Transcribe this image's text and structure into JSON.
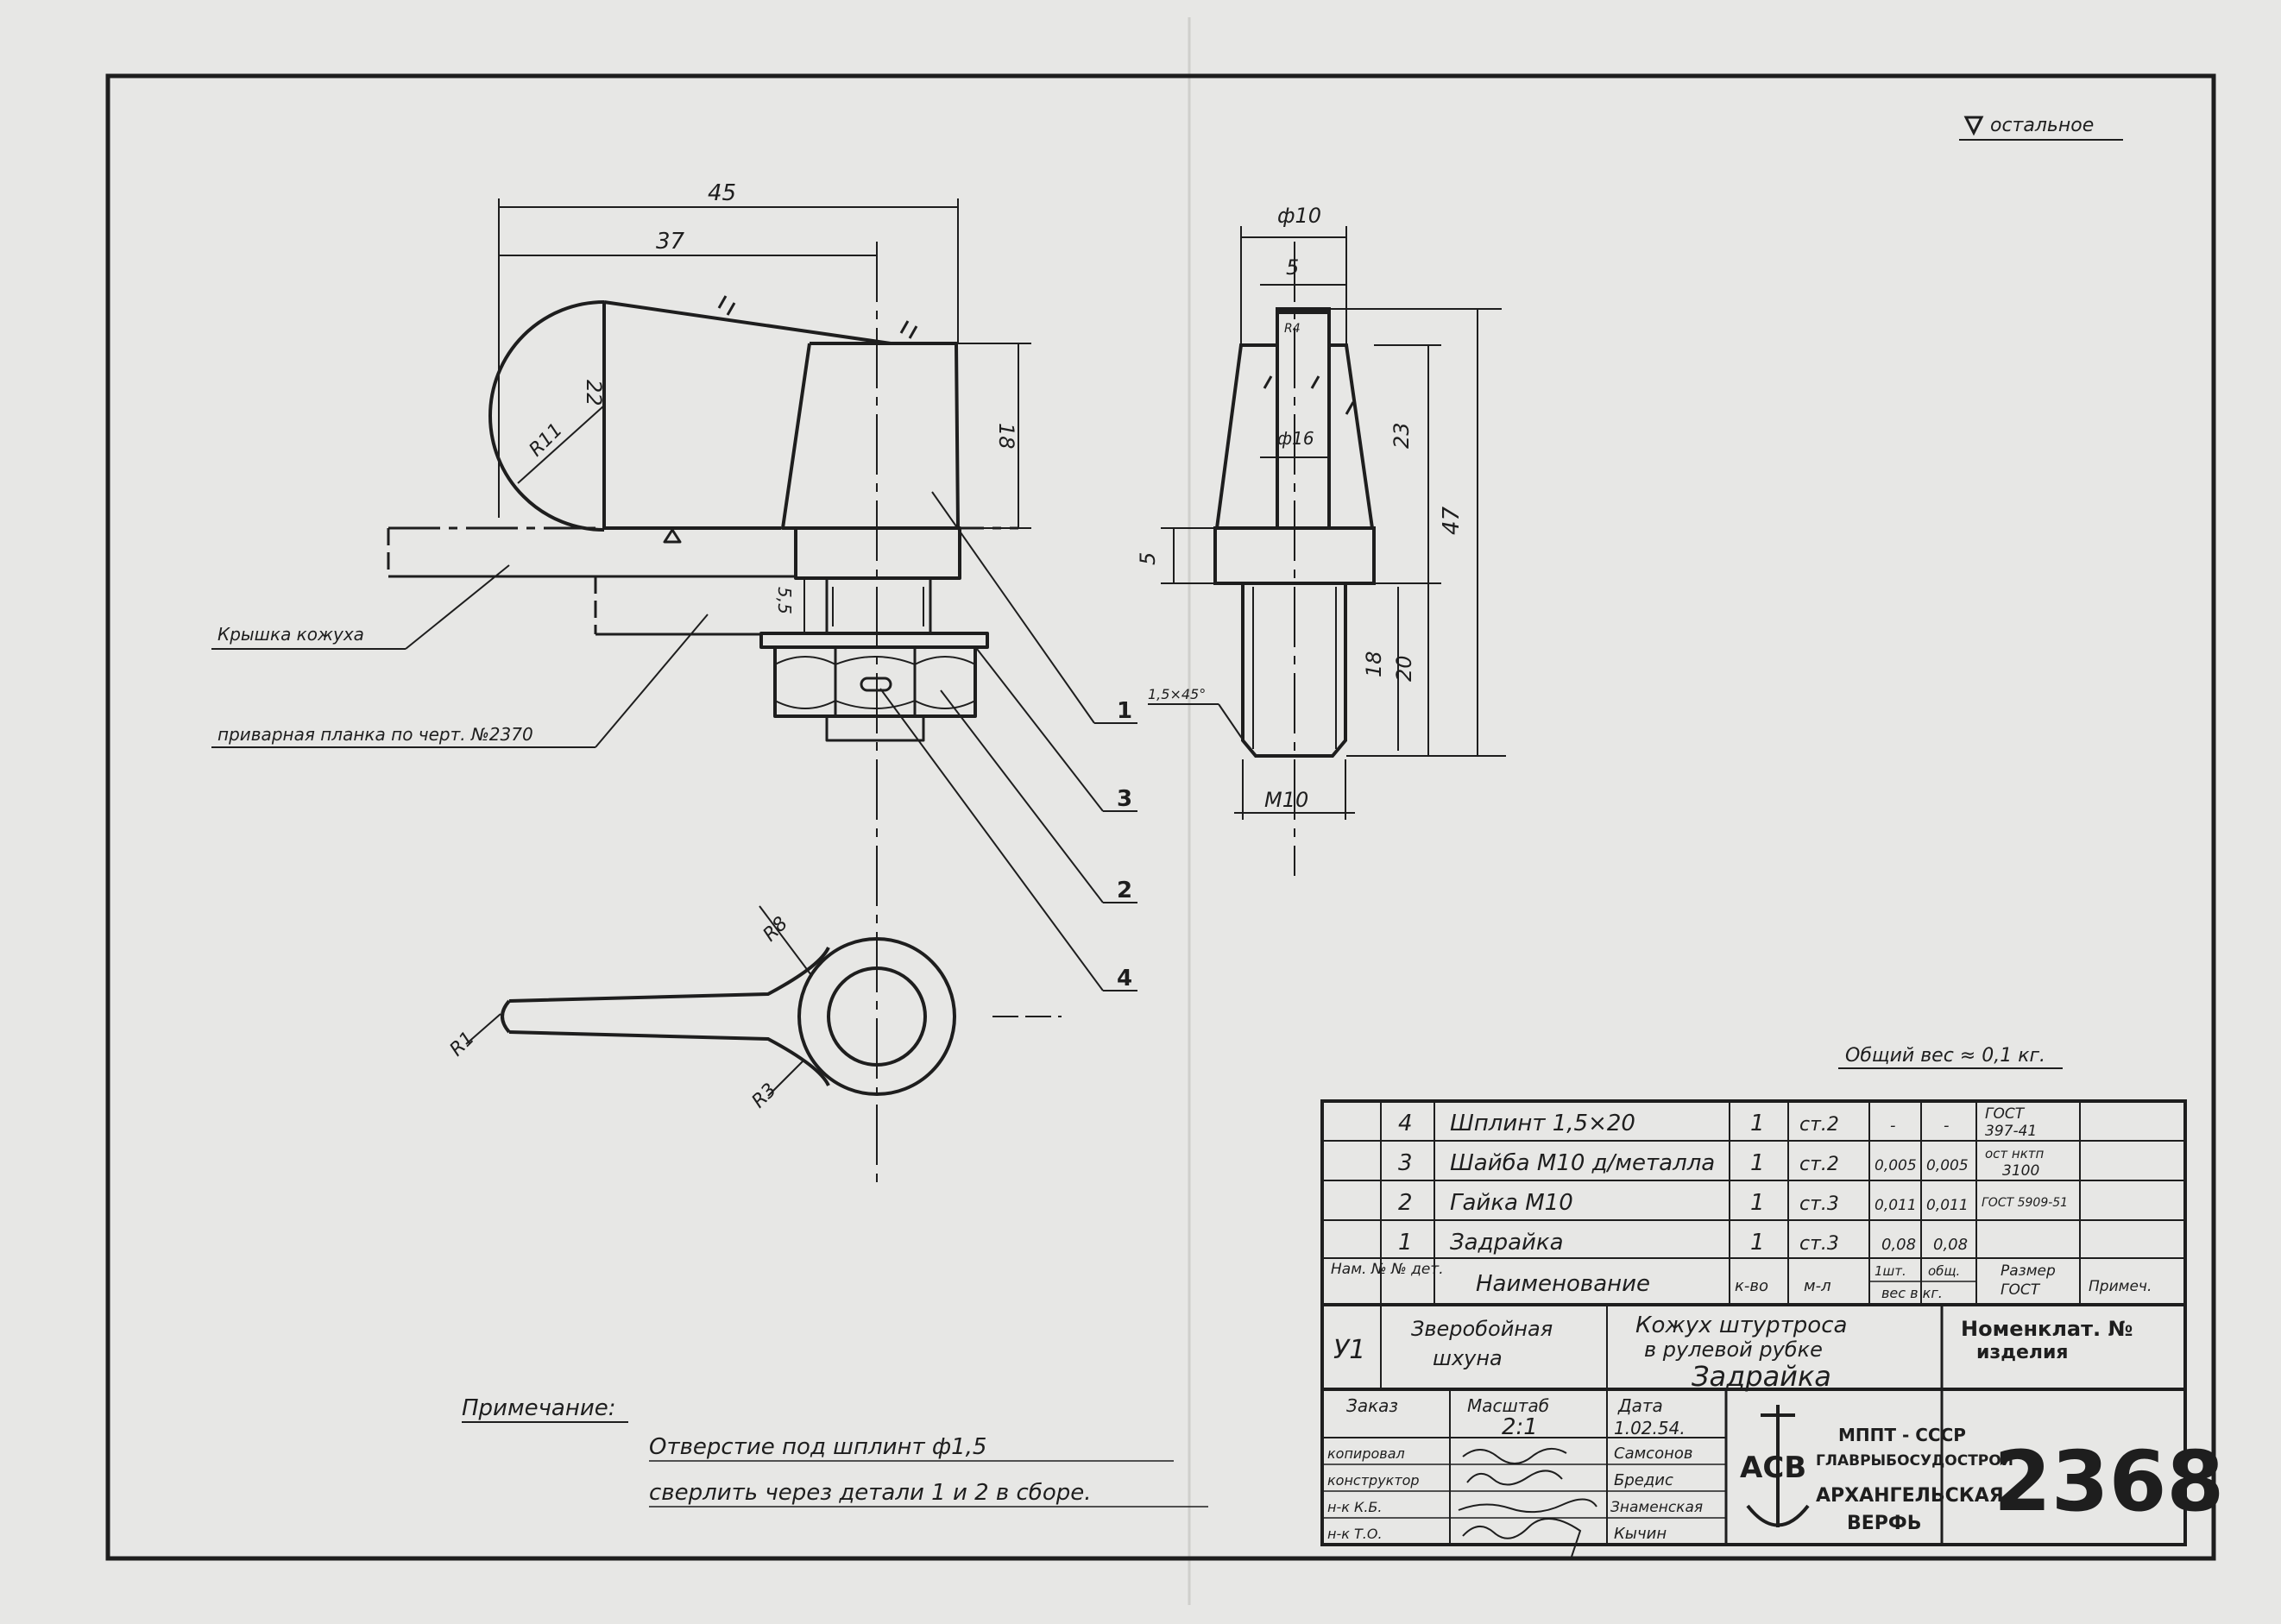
{
  "corner_roughness": "остальное",
  "dimensions": {
    "d45": "45",
    "d37": "37",
    "d22": "22",
    "r11": "R11",
    "d18a": "18",
    "d55": "5,5",
    "phi10": "ф10",
    "d5a": "5",
    "phi16": "ф16",
    "d23": "23",
    "d47": "47",
    "d5b": "5",
    "d18b": "18",
    "d20": "20",
    "m10": "M10",
    "chamfer": "1,5×45°",
    "r8": "R8",
    "r1": "R1",
    "r3": "R3",
    "small_r": "R4"
  },
  "callouts": {
    "cover": "Крышка кожуха",
    "plate": "приварная планка по черт. №2370",
    "n1": "1",
    "n2": "2",
    "n3": "3",
    "n4": "4"
  },
  "note": {
    "title": "Примечание:",
    "line1": "Отверстие под шплинт ф1,5",
    "line2": "сверлить через детали 1 и 2 в сборе."
  },
  "total_weight": "Общий вес ≈ 0,1 кг.",
  "parts_header": {
    "num": "Нам. №",
    "det": "№ дет.",
    "name": "Наименование",
    "qty": "к-во",
    "mat": "м-л",
    "w_one": "1шт.",
    "w_total": "общ.",
    "weight": "вес в кг.",
    "size": "Размер",
    "gost": "ГОСТ",
    "remark": "Примеч."
  },
  "parts": [
    {
      "no": "4",
      "name": "Шплинт 1,5×20",
      "qty": "1",
      "mat": "ст.2",
      "w1": "-",
      "w2": "-",
      "std1": "ГОСТ",
      "std2": "397-41"
    },
    {
      "no": "3",
      "name": "Шайба М10 д/металла",
      "qty": "1",
      "mat": "ст.2",
      "w1": "0,005",
      "w2": "0,005",
      "std1": "ост нктп",
      "std2": "3100"
    },
    {
      "no": "2",
      "name": "Гайка М10",
      "qty": "1",
      "mat": "ст.3",
      "w1": "0,011",
      "w2": "0,011",
      "std1": "ГОСТ 5909-51",
      "std2": ""
    },
    {
      "no": "1",
      "name": "Задрайка",
      "qty": "1",
      "mat": "ст.3",
      "w1": "0,08",
      "w2": "0,08",
      "std1": "",
      "std2": ""
    }
  ],
  "title_block": {
    "code": "У1",
    "vessel1": "Зверобойная",
    "vessel2": "шхуна",
    "assembly1": "Кожух штуртроса",
    "assembly2": "в рулевой рубке",
    "part": "Задрайка",
    "nomencl1": "Номенклат. №",
    "nomencl2": "изделия",
    "order": "Заказ",
    "scale_label": "Масштаб",
    "scale": "2:1",
    "date_label": "Дата",
    "date": "1.02.54.",
    "roles": [
      "копировал",
      "конструктор",
      "н-к К.Б.",
      "н-к Т.О."
    ],
    "names": [
      "Самсонов",
      "Бредис",
      "Знаменская",
      "Кычин"
    ],
    "logo": "АСВ",
    "org1": "МППТ - СССР",
    "org2": "ГЛАВРЫБОСУДОСТРОЙ",
    "org3": "АРХАНГЕЛЬСКАЯ",
    "org4": "ВЕРФЬ",
    "drawing_no": "2368"
  }
}
